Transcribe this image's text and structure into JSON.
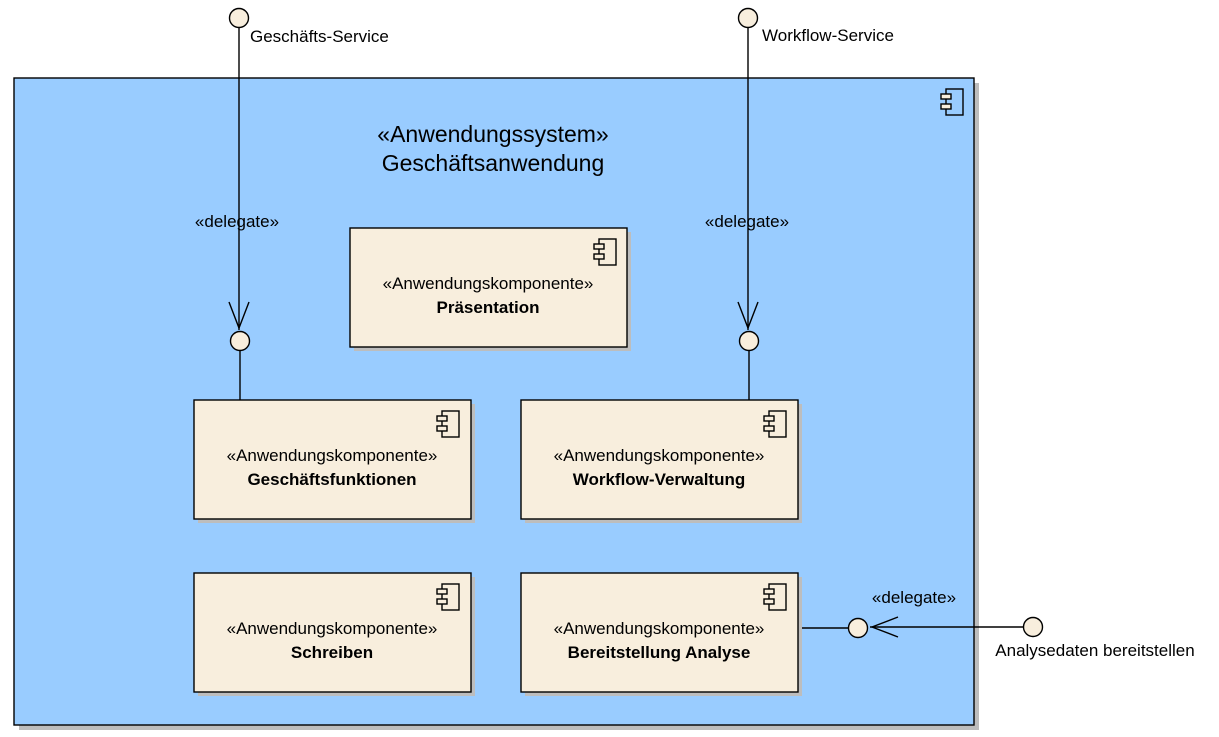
{
  "system": {
    "stereotype": "«Anwendungssystem»",
    "name": "Geschäftsanwendung"
  },
  "external_ports": {
    "geschaefts_service": "Geschäfts-Service",
    "workflow_service": "Workflow-Service",
    "analysedaten": "Analysedaten bereitstellen"
  },
  "delegates": {
    "left": "«delegate»",
    "middle": "«delegate»",
    "right": "«delegate»"
  },
  "components": {
    "praesentation": {
      "stereotype": "«Anwendungskomponente»",
      "name": "Präsentation"
    },
    "geschaeftsfunktionen": {
      "stereotype": "«Anwendungskomponente»",
      "name": "Geschäftsfunktionen"
    },
    "workflow": {
      "stereotype": "«Anwendungskomponente»",
      "name": "Workflow-Verwaltung"
    },
    "schreiben": {
      "stereotype": "«Anwendungskomponente»",
      "name": "Schreiben"
    },
    "bereitstellung": {
      "stereotype": "«Anwendungskomponente»",
      "name": "Bereitstellung Analyse"
    }
  },
  "colors": {
    "system_fill": "#99ccff",
    "component_fill": "#f8eedd",
    "port_fill": "#f8eedd",
    "shadow": "#bdbdbd",
    "stroke": "#000000"
  },
  "icons": {
    "component": "uml-component-icon",
    "port": "interface-lollipop-icon"
  }
}
